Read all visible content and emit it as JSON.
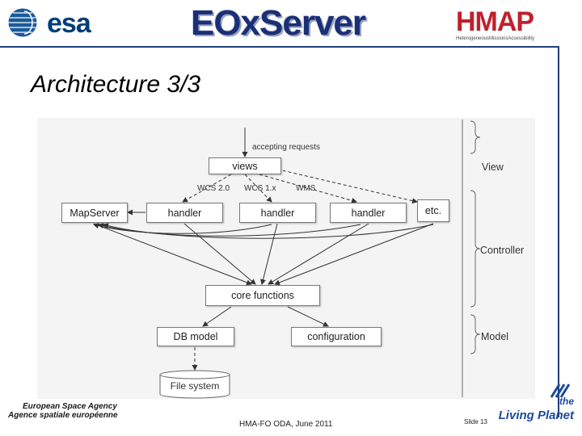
{
  "header": {
    "esa_logo_text": "esa",
    "eox_logo_text": "EOxServer",
    "hma_logo_text": "HMAP",
    "hma_subtitle": "HeterogeneousMissionsAccessibility"
  },
  "title": "Architecture 3/3",
  "diagram": {
    "nodes": {
      "views": "views",
      "mapserver": "MapServer",
      "handler_1": "handler",
      "handler_2": "handler",
      "handler_3": "handler",
      "etc": "etc.",
      "core": "core functions",
      "db_model": "DB model",
      "configuration": "configuration",
      "file_system": "File system"
    },
    "labels": {
      "accepting": "accepting requests",
      "wcs20": "WCS 2.0",
      "wcs1x": "WCS 1.x",
      "wms": "WMS"
    },
    "layers": {
      "view": "View",
      "controller": "Controller",
      "model": "Model"
    }
  },
  "footer": {
    "agency_en": "European Space Agency",
    "agency_fr": "Agence spatiale européenne",
    "center": "HMA-FO ODA, June 2011",
    "slide": "Slide 13",
    "living_the": "the",
    "living_planet": "Living Planet"
  },
  "colors": {
    "esa_blue": "#003d7a",
    "eox_navy": "#1b2f78",
    "hma_red": "#c0202c",
    "rule_blue": "#1f3d7a"
  }
}
